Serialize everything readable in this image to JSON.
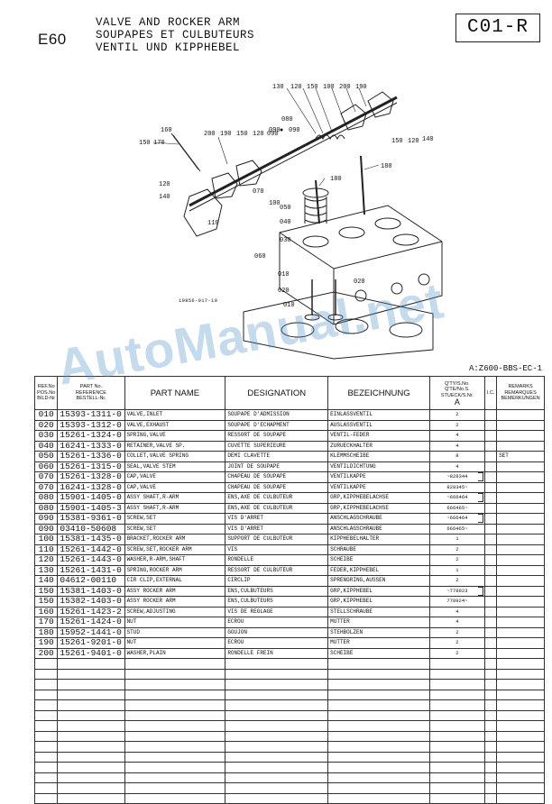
{
  "header": {
    "model": "E60",
    "title_en": "VALVE AND ROCKER ARM",
    "title_fr": "SOUPAPES ET CULBUTEURS",
    "title_de": "VENTIL UND KIPPHEBEL",
    "page_code": "C01-R"
  },
  "diagram": {
    "drawing_id": "19856-017-10",
    "callouts": [
      "130",
      "120",
      "150",
      "100",
      "200",
      "190",
      "080",
      "090",
      "160",
      "150",
      "170",
      "200",
      "190",
      "150",
      "120",
      "090",
      "180",
      "150",
      "120",
      "140",
      "070",
      "060",
      "050",
      "040",
      "030",
      "060",
      "120",
      "140",
      "110",
      "100",
      "180",
      "010",
      "020",
      "020",
      "010"
    ]
  },
  "sheet_id": "A:Z600-BBS-EC-1",
  "watermark": "AutoManual.net",
  "table": {
    "headers": {
      "ref": [
        "REF.No",
        "POS.No",
        "BILD-Nr"
      ],
      "partno": [
        "PART No.",
        "REFERENCE",
        "BESTELL-Nr."
      ],
      "name": "PART NAME",
      "designation": "DESIGNATION",
      "bezeichnung": "BEZEICHNUNG",
      "qty": [
        "Q'TY/S.No.",
        "Q'TE/No.S.",
        "STUECK/S.Nr."
      ],
      "qty_a": "A",
      "ic": "I.C.",
      "remarks": [
        "REMARKS",
        "REMARQUES",
        "BEMERKUNGEN"
      ]
    },
    "rows": [
      {
        "ref": "010",
        "part": "15393-1311-0",
        "name": "VALVE,INLET",
        "des": "SOUPAPE D'ADMISSION",
        "bez": "EINLASSVENTIL",
        "qty": "2",
        "rem": ""
      },
      {
        "ref": "020",
        "part": "15393-1312-0",
        "name": "VALVE,EXHAUST",
        "des": "SOUPAPE D'ECHAPMENT",
        "bez": "AUSLASSVENTIL",
        "qty": "2",
        "rem": ""
      },
      {
        "ref": "030",
        "part": "15261-1324-0",
        "name": "SPRING,VALVE",
        "des": "RESSORT DE SOUPAPE",
        "bez": "VENTIL-FEDER",
        "qty": "4",
        "rem": ""
      },
      {
        "ref": "040",
        "part": "16241-1333-0",
        "name": "RETAINER,VALVE SP.",
        "des": "CUVETTE SUPERIEURE",
        "bez": "ZURUECKHALTER",
        "qty": "4",
        "rem": ""
      },
      {
        "ref": "050",
        "part": "15261-1336-0",
        "name": "COLLET,VALVE SPRING",
        "des": "DEMI CLAVETTE",
        "bez": "KLEMMSCHEIBE",
        "qty": "8",
        "rem": "SET"
      },
      {
        "ref": "060",
        "part": "15261-1315-0",
        "name": "SEAL,VALVE STEM",
        "des": "JOINT DE SOUPAPE",
        "bez": "VENTILDICHTUNG",
        "qty": "4",
        "rem": ""
      },
      {
        "ref": "070",
        "part": "15261-1328-0",
        "name": "CAP,VALVE",
        "des": "CHAPEAU DE SOUPAPE",
        "bez": "VENTILKAPPE",
        "qty": "~828344",
        "rem": ""
      },
      {
        "ref": "070",
        "part": "16241-1328-0",
        "name": "CAP,VALVE",
        "des": "CHAPEAU DE SOUPAPE",
        "bez": "VENTILKAPPE",
        "qty": "828345~",
        "rem": ""
      },
      {
        "ref": "080",
        "part": "15901-1405-0",
        "name": "ASSY SHAFT,R-ARM",
        "des": "ENS,AXE DE CULBUTEUR",
        "bez": "GRP,KIPPHEBELACHSE",
        "qty": "~666464",
        "rem": ""
      },
      {
        "ref": "080",
        "part": "15901-1405-3",
        "name": "ASSY SHAFT,R-ARM",
        "des": "ENS,AXE DE CULBUTEUR",
        "bez": "GRP,KIPPHEBELACHSE",
        "qty": "666465~",
        "rem": ""
      },
      {
        "ref": "090",
        "part": "15381-9361-0",
        "name": "SCREW,SET",
        "des": "VIS D'ARRET",
        "bez": "ANSCHLAGSCHRAUBE",
        "qty": "~666464",
        "rem": ""
      },
      {
        "ref": "090",
        "part": "03410-50608",
        "name": "SCREW,SET",
        "des": "VIS D'ARRET",
        "bez": "ANSCHLAGSCHRAUBE",
        "qty": "666465~",
        "rem": ""
      },
      {
        "ref": "100",
        "part": "15381-1435-0",
        "name": "BRACKET,ROCKER ARM",
        "des": "SUPPORT DE CULBUTEUR",
        "bez": "KIPPHEBELHALTER",
        "qty": "1",
        "rem": ""
      },
      {
        "ref": "110",
        "part": "15261-1442-0",
        "name": "SCREW,SET,ROCKER ARM",
        "des": "VIS",
        "bez": "SCHRAUBE",
        "qty": "2",
        "rem": ""
      },
      {
        "ref": "120",
        "part": "15261-1443-0",
        "name": "WASHER,R-ARM,SHAFT",
        "des": "RONDELLE",
        "bez": "SCHEIBE",
        "qty": "2",
        "rem": ""
      },
      {
        "ref": "130",
        "part": "15261-1431-0",
        "name": "SPRING,ROCKER ARM",
        "des": "RESSORT DE CULBUTEUR",
        "bez": "FEDER,KIPPHEBEL",
        "qty": "1",
        "rem": ""
      },
      {
        "ref": "140",
        "part": "04612-00110",
        "name": "CIR CLIP,EXTERNAL",
        "des": "CIRCLIP",
        "bez": "SPRENGRING,AUSSEN",
        "qty": "2",
        "rem": ""
      },
      {
        "ref": "150",
        "part": "15381-1403-0",
        "name": "ASSY ROCKER ARM",
        "des": "ENS,CULBUTEURS",
        "bez": "GRP,KIPPHEBEL",
        "qty": "~778923",
        "rem": ""
      },
      {
        "ref": "150",
        "part": "15382-1403-0",
        "name": "ASSY ROCKER ARM",
        "des": "ENS,CULBUTEURS",
        "bez": "GRP,KIPPHEBEL",
        "qty": "778924~",
        "rem": ""
      },
      {
        "ref": "160",
        "part": "15261-1423-2",
        "name": "SCREW,ADJUSTING",
        "des": "VIS DE REGLAGE",
        "bez": "STELLSCHRAUBE",
        "qty": "4",
        "rem": ""
      },
      {
        "ref": "170",
        "part": "15261-1424-0",
        "name": "NUT",
        "des": "ECROU",
        "bez": "MUTTER",
        "qty": "4",
        "rem": ""
      },
      {
        "ref": "180",
        "part": "15952-1441-0",
        "name": "STUD",
        "des": "GOUJON",
        "bez": "STEHBOLZEN",
        "qty": "2",
        "rem": ""
      },
      {
        "ref": "190",
        "part": "15261-9201-0",
        "name": "NUT",
        "des": "ECROU",
        "bez": "MUTTER",
        "qty": "2",
        "rem": ""
      },
      {
        "ref": "200",
        "part": "15261-9401-0",
        "name": "WASHER,PLAIN",
        "des": "RONDELLE FREIN",
        "bez": "SCHEIBE",
        "qty": "2",
        "rem": ""
      }
    ]
  }
}
